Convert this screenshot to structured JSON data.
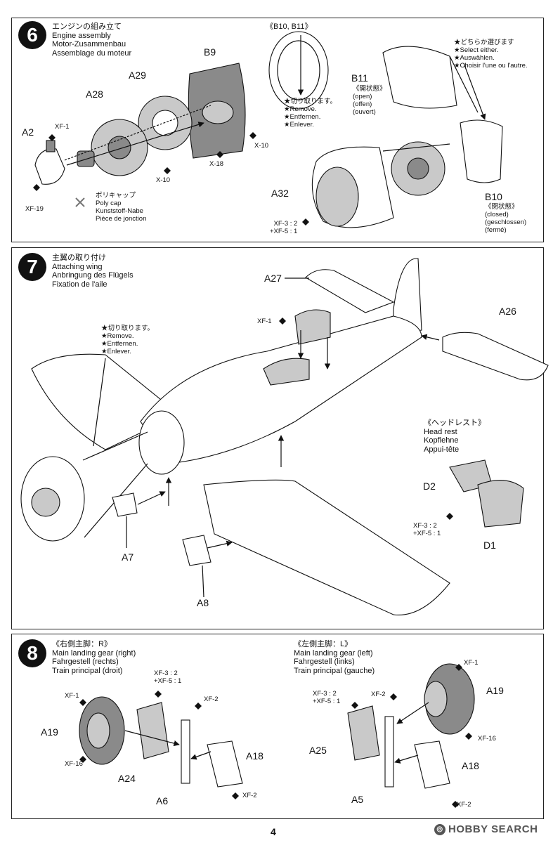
{
  "step6": {
    "number": "6",
    "title_jp": "エンジンの組み立て",
    "title_en": "Engine assembly",
    "title_de": "Motor-Zusammenbau",
    "title_fr": "Assemblage du moteur",
    "parts": {
      "b9": "B9",
      "a29": "A29",
      "a28": "A28",
      "a2": "A2",
      "a32": "A32"
    },
    "paints": {
      "xf1": "XF-1",
      "xf19": "XF-19",
      "x10a": "X-10",
      "x10b": "X-10",
      "xf18": "X-18",
      "mix_a": "XF-3 : 2",
      "mix_b": "+XF-5 : 1"
    },
    "polycap": {
      "jp": "ポリキャップ",
      "en": "Poly cap",
      "de": "Kunststoff-Nabe",
      "fr": "Pièce de jonction"
    },
    "cowl_header": "《B10, B11》",
    "cut": {
      "jp": "★切り取ります。",
      "en": "★Remove.",
      "de": "★Entfernen.",
      "fr": "★Enlever."
    },
    "select": {
      "jp": "★どちらか選びます",
      "en": "★Select either.",
      "de": "★Auswählen.",
      "fr": "★Choisir l'une ou l'autre."
    },
    "b11": {
      "label": "B11",
      "jp": "《開状態》",
      "en": "(open)",
      "de": "(offen)",
      "fr": "(ouvert)"
    },
    "b10": {
      "label": "B10",
      "jp": "《閉状態》",
      "en": "(closed)",
      "de": "(geschlossen)",
      "fr": "(fermé)"
    }
  },
  "step7": {
    "number": "7",
    "title_jp": "主翼の取り付け",
    "title_en": "Attaching wing",
    "title_de": "Anbringung des Flügels",
    "title_fr": "Fixation de l'aile",
    "parts": {
      "a27": "A27",
      "a26": "A26",
      "a7": "A7",
      "a8": "A8",
      "d1": "D1",
      "d2": "D2"
    },
    "paint_xf1": "XF-1",
    "cut": {
      "jp": "★切り取ります。",
      "en": "★Remove.",
      "de": "★Entfernen.",
      "fr": "★Enlever."
    },
    "headrest": {
      "jp": "《ヘッドレスト》",
      "en": "Head rest",
      "de": "Kopflehne",
      "fr": "Appui-tête"
    },
    "mix_a": "XF-3 : 2",
    "mix_b": "+XF-5 : 1"
  },
  "step8": {
    "number": "8",
    "right": {
      "jp": "《右側主脚：R》",
      "en": "Main landing gear (right)",
      "de": "Fahrgestell (rechts)",
      "fr": "Train principal (droit)",
      "parts": {
        "a19": "A19",
        "a24": "A24",
        "a6": "A6",
        "a18": "A18"
      },
      "paints": {
        "xf1": "XF-1",
        "xf16": "XF-16",
        "xf2a": "XF-2",
        "xf2b": "XF-2",
        "mix_a": "XF-3 : 2",
        "mix_b": "+XF-5 : 1"
      }
    },
    "left": {
      "jp": "《左側主脚：L》",
      "en": "Main landing gear (left)",
      "de": "Fahrgestell (links)",
      "fr": "Train principal (gauche)",
      "parts": {
        "a19": "A19",
        "a25": "A25",
        "a5": "A5",
        "a18": "A18"
      },
      "paints": {
        "xf1": "XF-1",
        "xf16": "XF-16",
        "xf2a": "XF-2",
        "xf2b": "XF-2",
        "mix_a": "XF-3 : 2",
        "mix_b": "+XF-5 : 1"
      }
    }
  },
  "page_number": "4",
  "watermark": "HOBBY SEARCH",
  "icons": [
    "paint-drop-icon",
    "cross-icon",
    "arrow-icon"
  ]
}
